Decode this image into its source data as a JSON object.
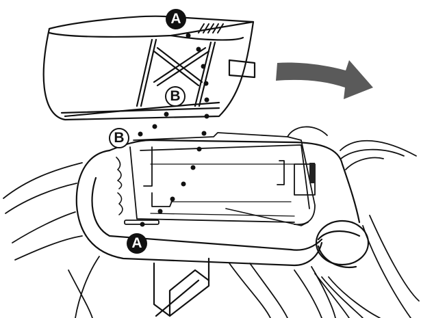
{
  "diagram": {
    "description": "Battery cover removal: lift cover off battery compartment in direction of arrow",
    "labels": [
      {
        "id": "A",
        "style": "filled",
        "position": "top-cover-edge"
      },
      {
        "id": "B",
        "style": "outline",
        "position": "cover-bottom-edge"
      },
      {
        "id": "B",
        "style": "outline",
        "position": "compartment-top-left"
      },
      {
        "id": "A",
        "style": "filled",
        "position": "compartment-bottom-front"
      }
    ],
    "arrow": {
      "direction": "right",
      "color": "#5a5a5a"
    },
    "colors": {
      "line": "#111111",
      "background": "#ffffff",
      "arrow": "#5a5a5a"
    }
  }
}
